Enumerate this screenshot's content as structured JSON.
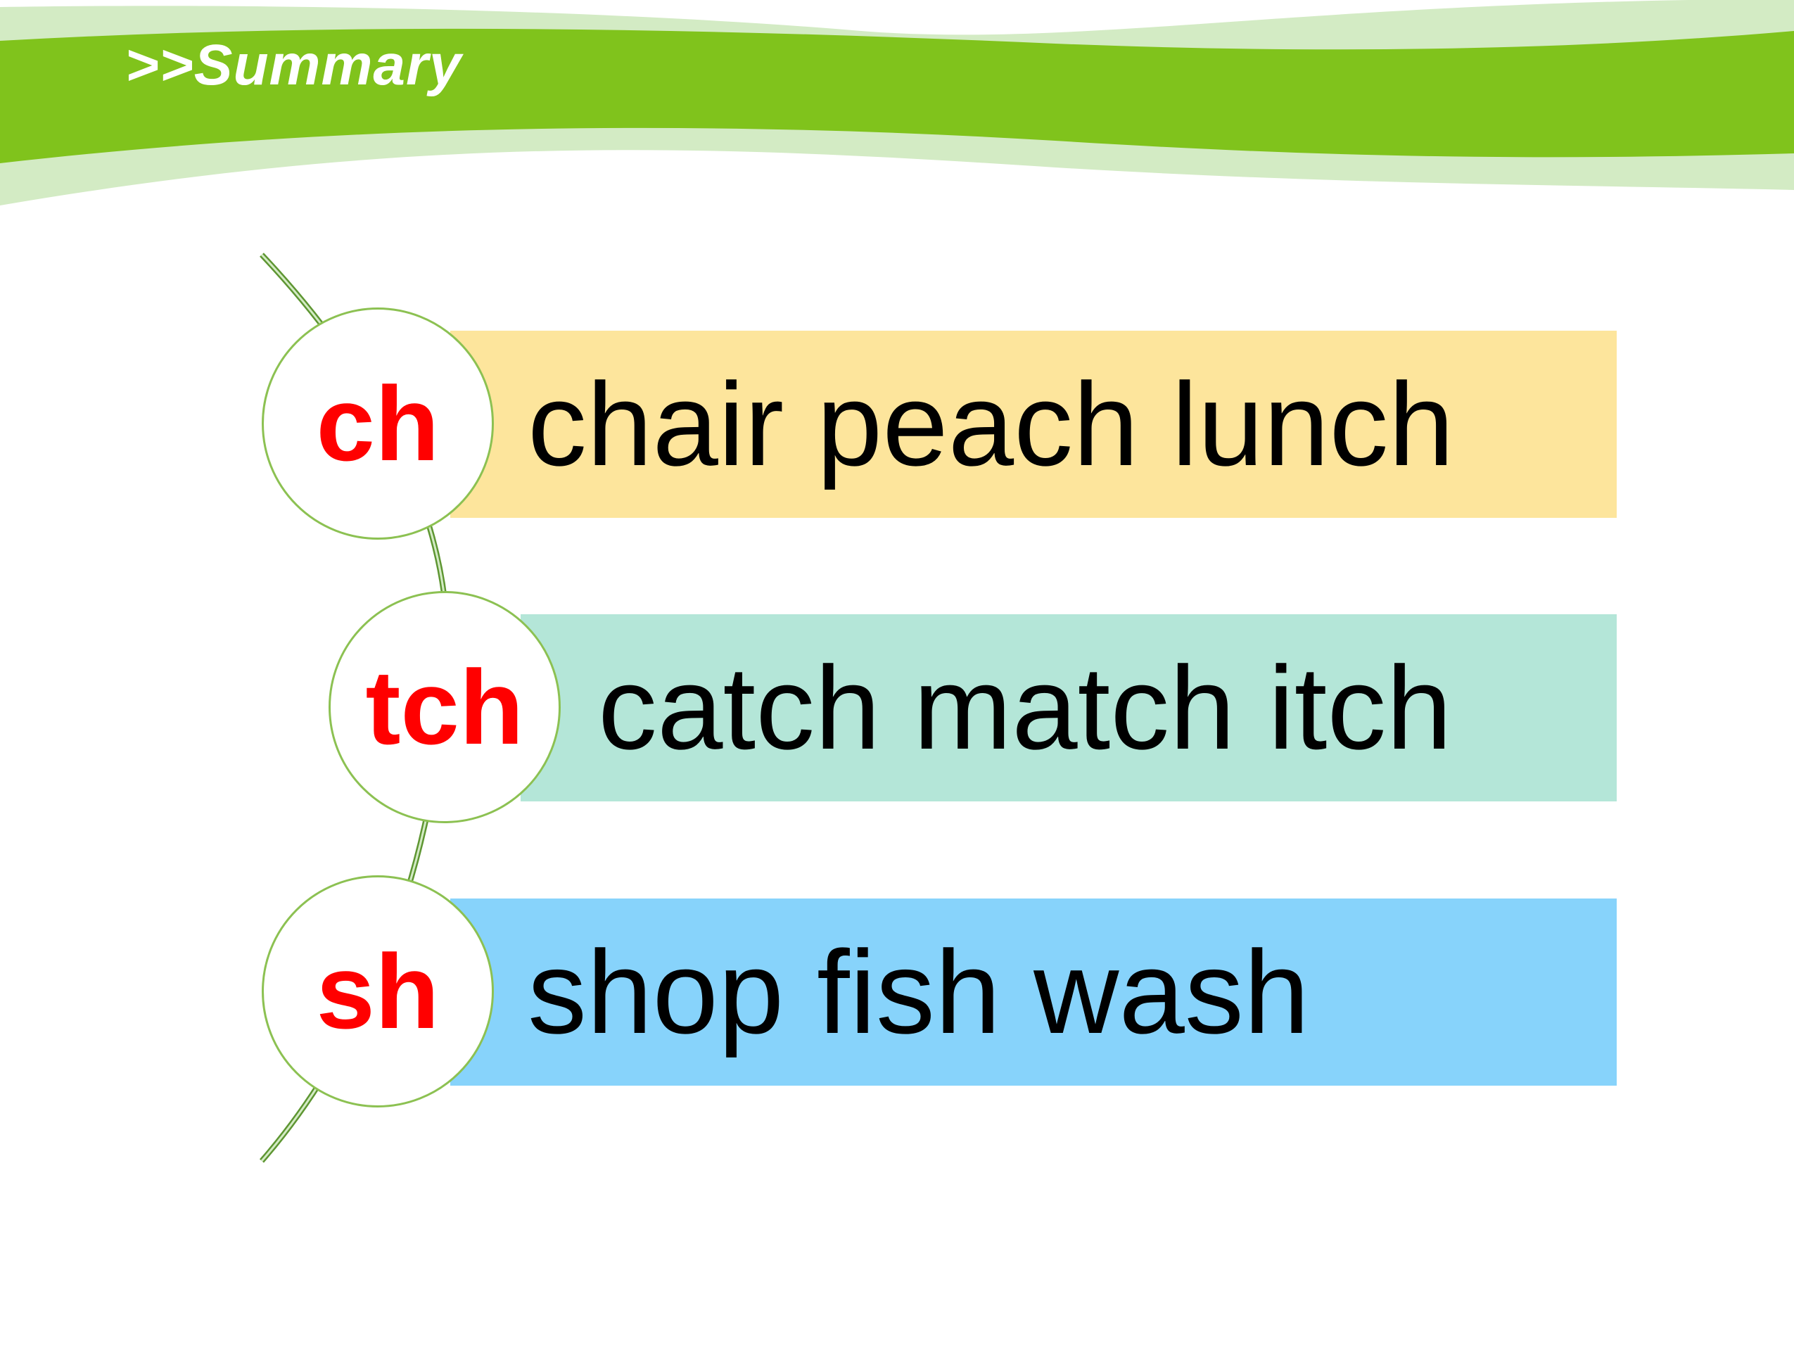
{
  "slide": {
    "title": ">>Summary",
    "colors": {
      "banner_green": "#80c31c",
      "banner_light": "#d3ebc4",
      "circle_border": "#8cc152",
      "accent_red": "#ff0000"
    },
    "rows": [
      {
        "key": "ch",
        "words": "chair peach lunch",
        "color": "#fde59c"
      },
      {
        "key": "tch",
        "words": "catch match itch",
        "color": "#b4e6d8"
      },
      {
        "key": "sh",
        "words": "shop fish wash",
        "color": "#87d3fb"
      }
    ]
  }
}
